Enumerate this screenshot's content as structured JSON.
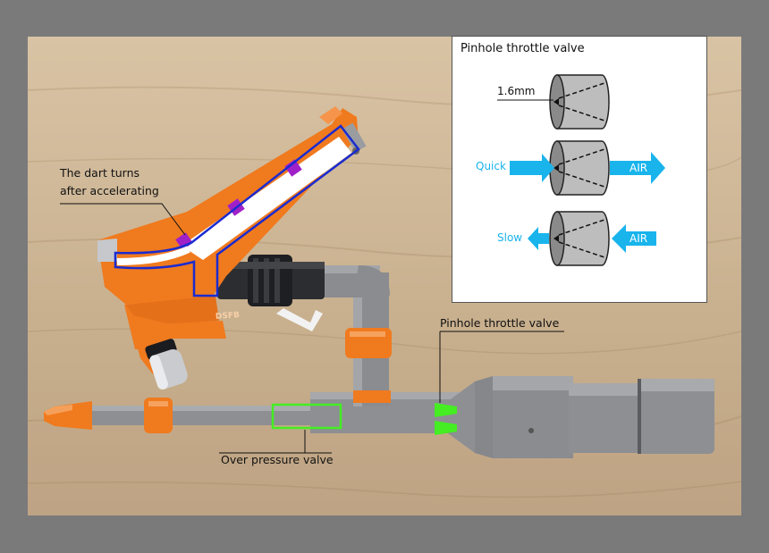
{
  "labels": {
    "dart_turns_line1": "The dart turns",
    "dart_turns_line2": "after accelerating",
    "pinhole_valve": "Pinhole throttle valve",
    "over_pressure": "Over pressure valve",
    "logo": "DSFB"
  },
  "inset": {
    "title": "Pinhole throttle valve",
    "size": "1.6mm",
    "quick": "Quick",
    "slow": "Slow",
    "air_quick": "AIR",
    "air_slow": "AIR"
  },
  "colors": {
    "background": "#7a7a7a",
    "wood": "#cfb898",
    "orange": "#f07a1e",
    "pvc_gray": "#8d8f93",
    "highlight_blue": "#1a2bd0",
    "highlight_green": "#44ee22",
    "highlight_purple": "#a020c8",
    "arrow_cyan": "#19b4ec"
  }
}
